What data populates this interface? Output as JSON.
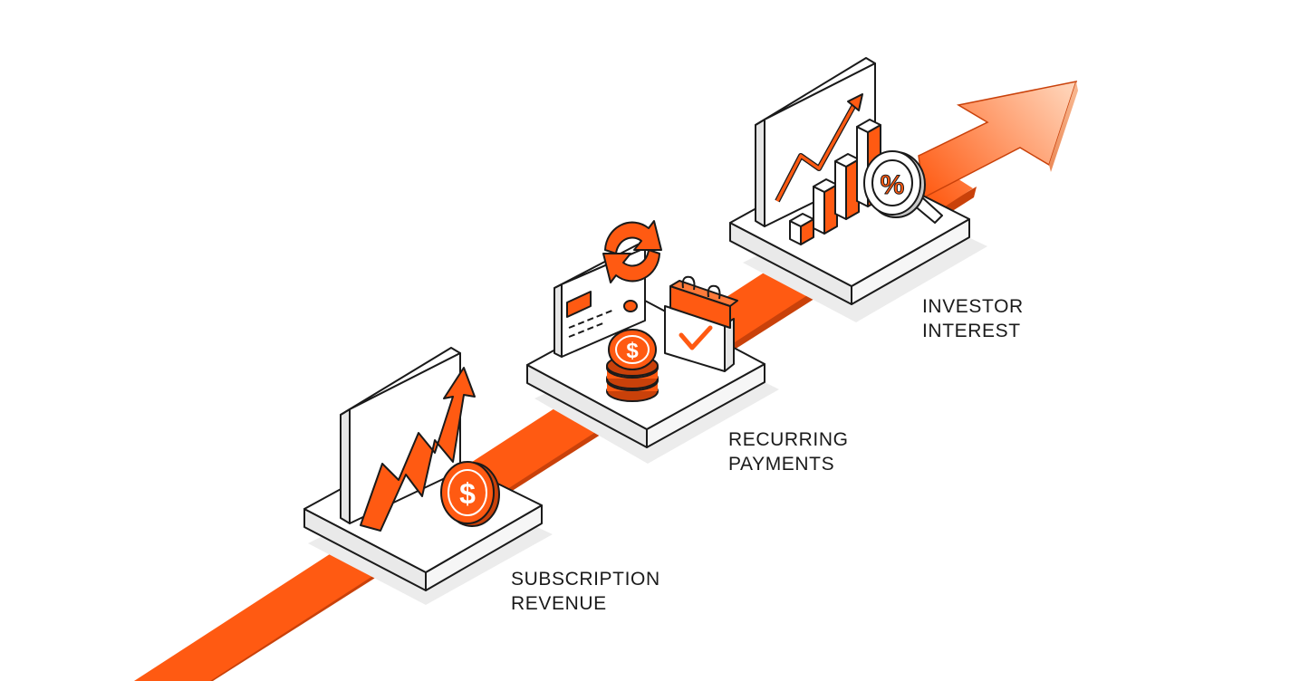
{
  "colors": {
    "accent": "#ff5a12",
    "accent_light": "#ff9a5e",
    "outline": "#1a1a1a",
    "panel": "#ffffff",
    "shadow": "#e6e6e6"
  },
  "steps": [
    {
      "label_line1": "SUBSCRIPTION",
      "label_line2": "REVENUE",
      "icons": [
        "chart-board-icon",
        "rising-arrow-icon",
        "dollar-coin-icon"
      ]
    },
    {
      "label_line1": "RECURRING",
      "label_line2": "PAYMENTS",
      "icons": [
        "refresh-arrows-icon",
        "credit-card-icon",
        "coin-stack-icon",
        "calendar-check-icon"
      ]
    },
    {
      "label_line1": "INVESTOR",
      "label_line2": "INTEREST",
      "icons": [
        "line-chart-board-icon",
        "bar-chart-icon",
        "percent-magnifier-icon"
      ]
    }
  ]
}
